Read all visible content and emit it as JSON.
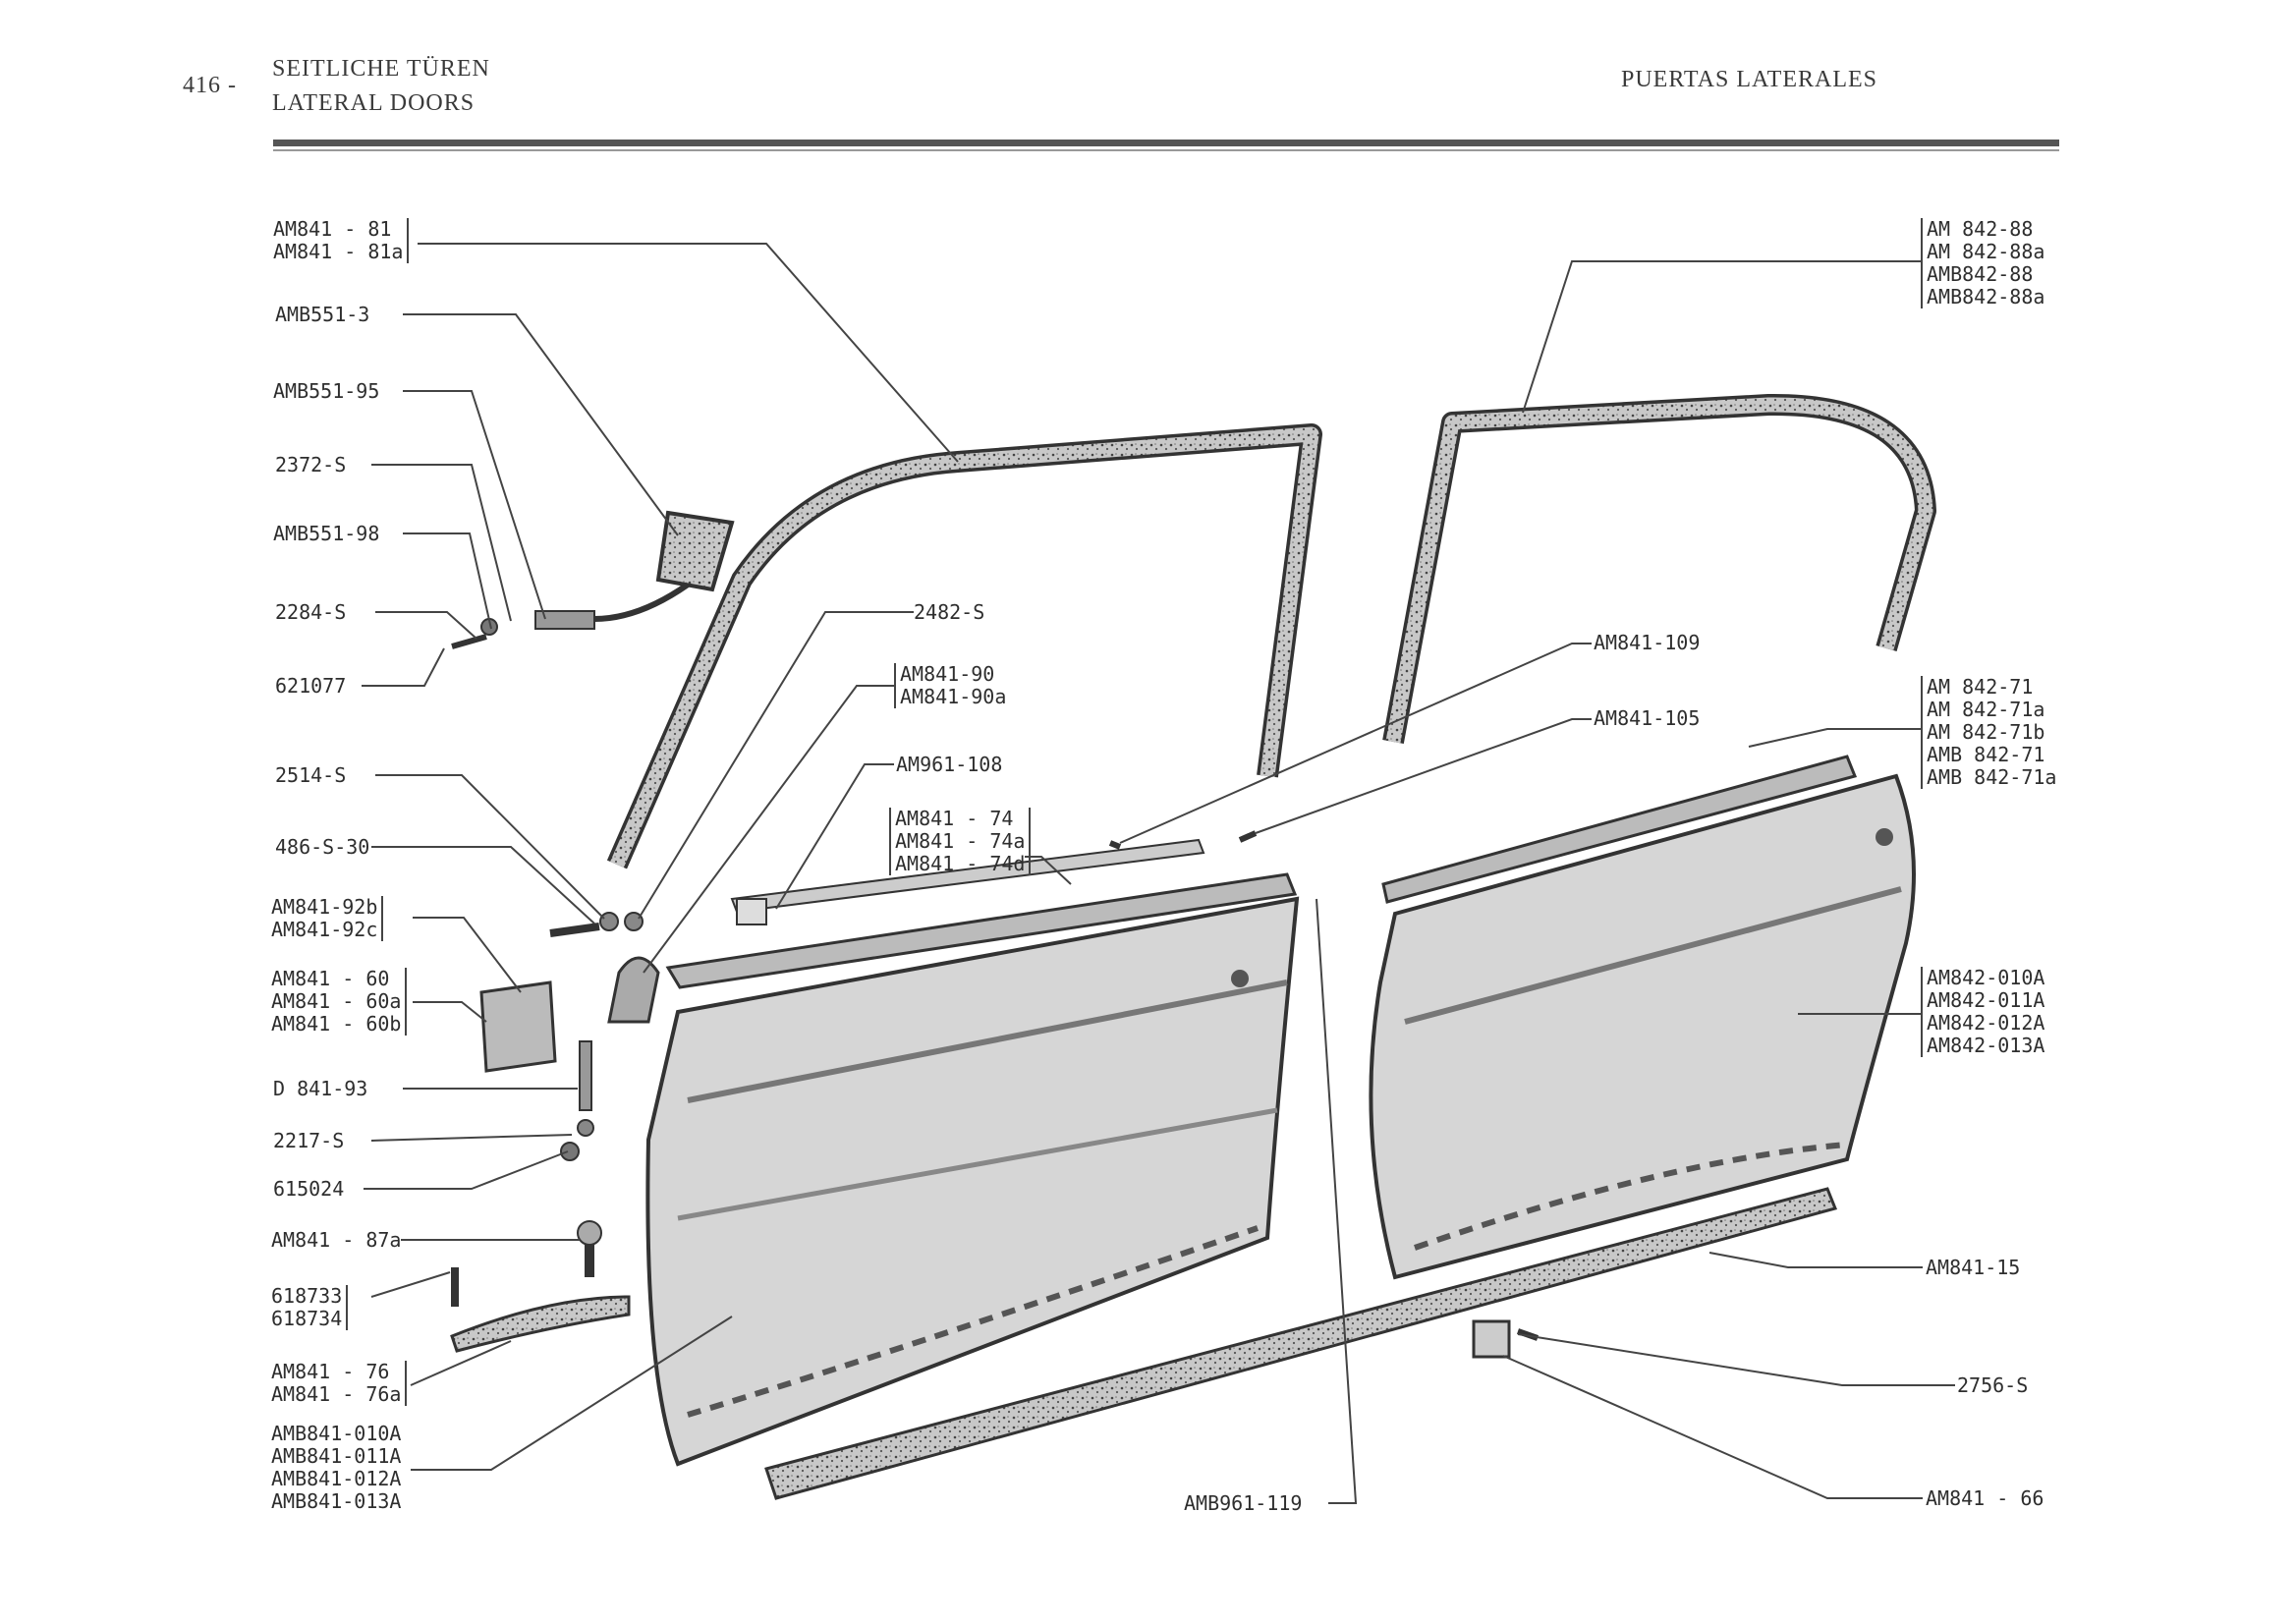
{
  "header": {
    "page_number": "416 -",
    "title_de": "SEITLICHE TÜREN",
    "title_en": "LATERAL DOORS",
    "title_es": "PUERTAS LATERALES"
  },
  "callouts_left": [
    [
      "AM841 - 81",
      "AM841 - 81a"
    ],
    [
      "AMB551-3"
    ],
    [
      "AMB551-95"
    ],
    [
      "2372-S"
    ],
    [
      "AMB551-98"
    ],
    [
      "2284-S"
    ],
    [
      "621077"
    ],
    [
      "2514-S"
    ],
    [
      "486-S-30"
    ],
    [
      "AM841-92b",
      "AM841-92c"
    ],
    [
      "AM841 - 60",
      "AM841 - 60a",
      "AM841 - 60b"
    ],
    [
      "D  841-93"
    ],
    [
      "2217-S"
    ],
    [
      "615024"
    ],
    [
      "AM841 - 87a"
    ],
    [
      "618733",
      "618734"
    ],
    [
      "AM841 - 76",
      "AM841 - 76a"
    ],
    [
      "AMB841-010A",
      "AMB841-011A",
      "AMB841-012A",
      "AMB841-013A"
    ]
  ],
  "callouts_center": [
    [
      "2482-S"
    ],
    [
      "AM841-90",
      "AM841-90a"
    ],
    [
      "AM961-108"
    ],
    [
      "AM841 - 74",
      "AM841 - 74a",
      "AM841 - 74d"
    ],
    [
      "AM841-109"
    ],
    [
      "AM841-105"
    ],
    [
      "AMB961-119"
    ]
  ],
  "callouts_right": [
    [
      "AM 842-88",
      "AM 842-88a",
      "AMB842-88",
      "AMB842-88a"
    ],
    [
      "AM 842-71",
      "AM 842-71a",
      "AM 842-71b",
      "AMB 842-71",
      "AMB 842-71a"
    ],
    [
      "AM842-010A",
      "AM842-011A",
      "AM842-012A",
      "AM842-013A"
    ],
    [
      "AM841-15"
    ],
    [
      "2756-S"
    ],
    [
      "AM841 - 66"
    ]
  ]
}
